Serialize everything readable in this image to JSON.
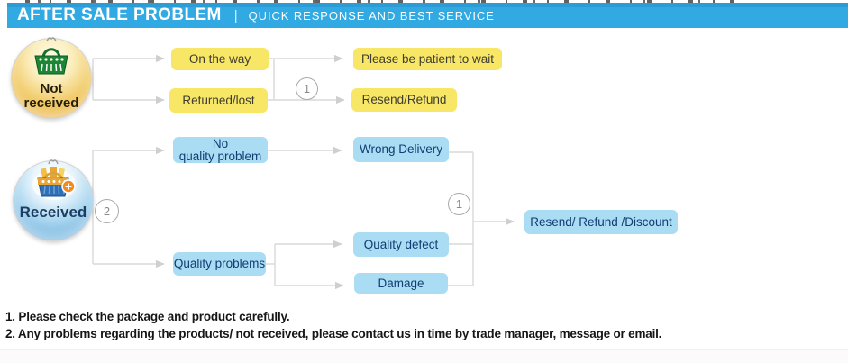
{
  "header": {
    "title": "AFTER SALE PROBLEM",
    "separator": "|",
    "subtitle": "QUICK RESPONSE AND BEST SERVICE"
  },
  "flow": {
    "not_received_label": "Not received",
    "received_label": "Received",
    "badge_1": "1",
    "badge_2": "2",
    "yellow": {
      "on_the_way": "On the way",
      "returned_lost": "Returned/lost",
      "be_patient": "Please be patient to wait",
      "resend_refund": "Resend/Refund"
    },
    "blue": {
      "no_quality_line1": "No",
      "no_quality_line2": "quality problem",
      "quality_problems": "Quality problems",
      "wrong_delivery": "Wrong Delivery",
      "quality_defect": "Quality defect",
      "damage": "Damage",
      "resend_refund_discount": "Resend/ Refund /Discount"
    }
  },
  "notes": [
    "1. Please check the package and product carefully.",
    "2. Any problems regarding the products/ not received, please contact us in time by trade manager, message or email."
  ],
  "colors": {
    "header_bar": "#31a9e2",
    "yellow_box": "#f8e766",
    "blue_box": "#aadcf3",
    "connector_line": "#d9d9d9",
    "badge_gray": "#a9a9a9"
  }
}
